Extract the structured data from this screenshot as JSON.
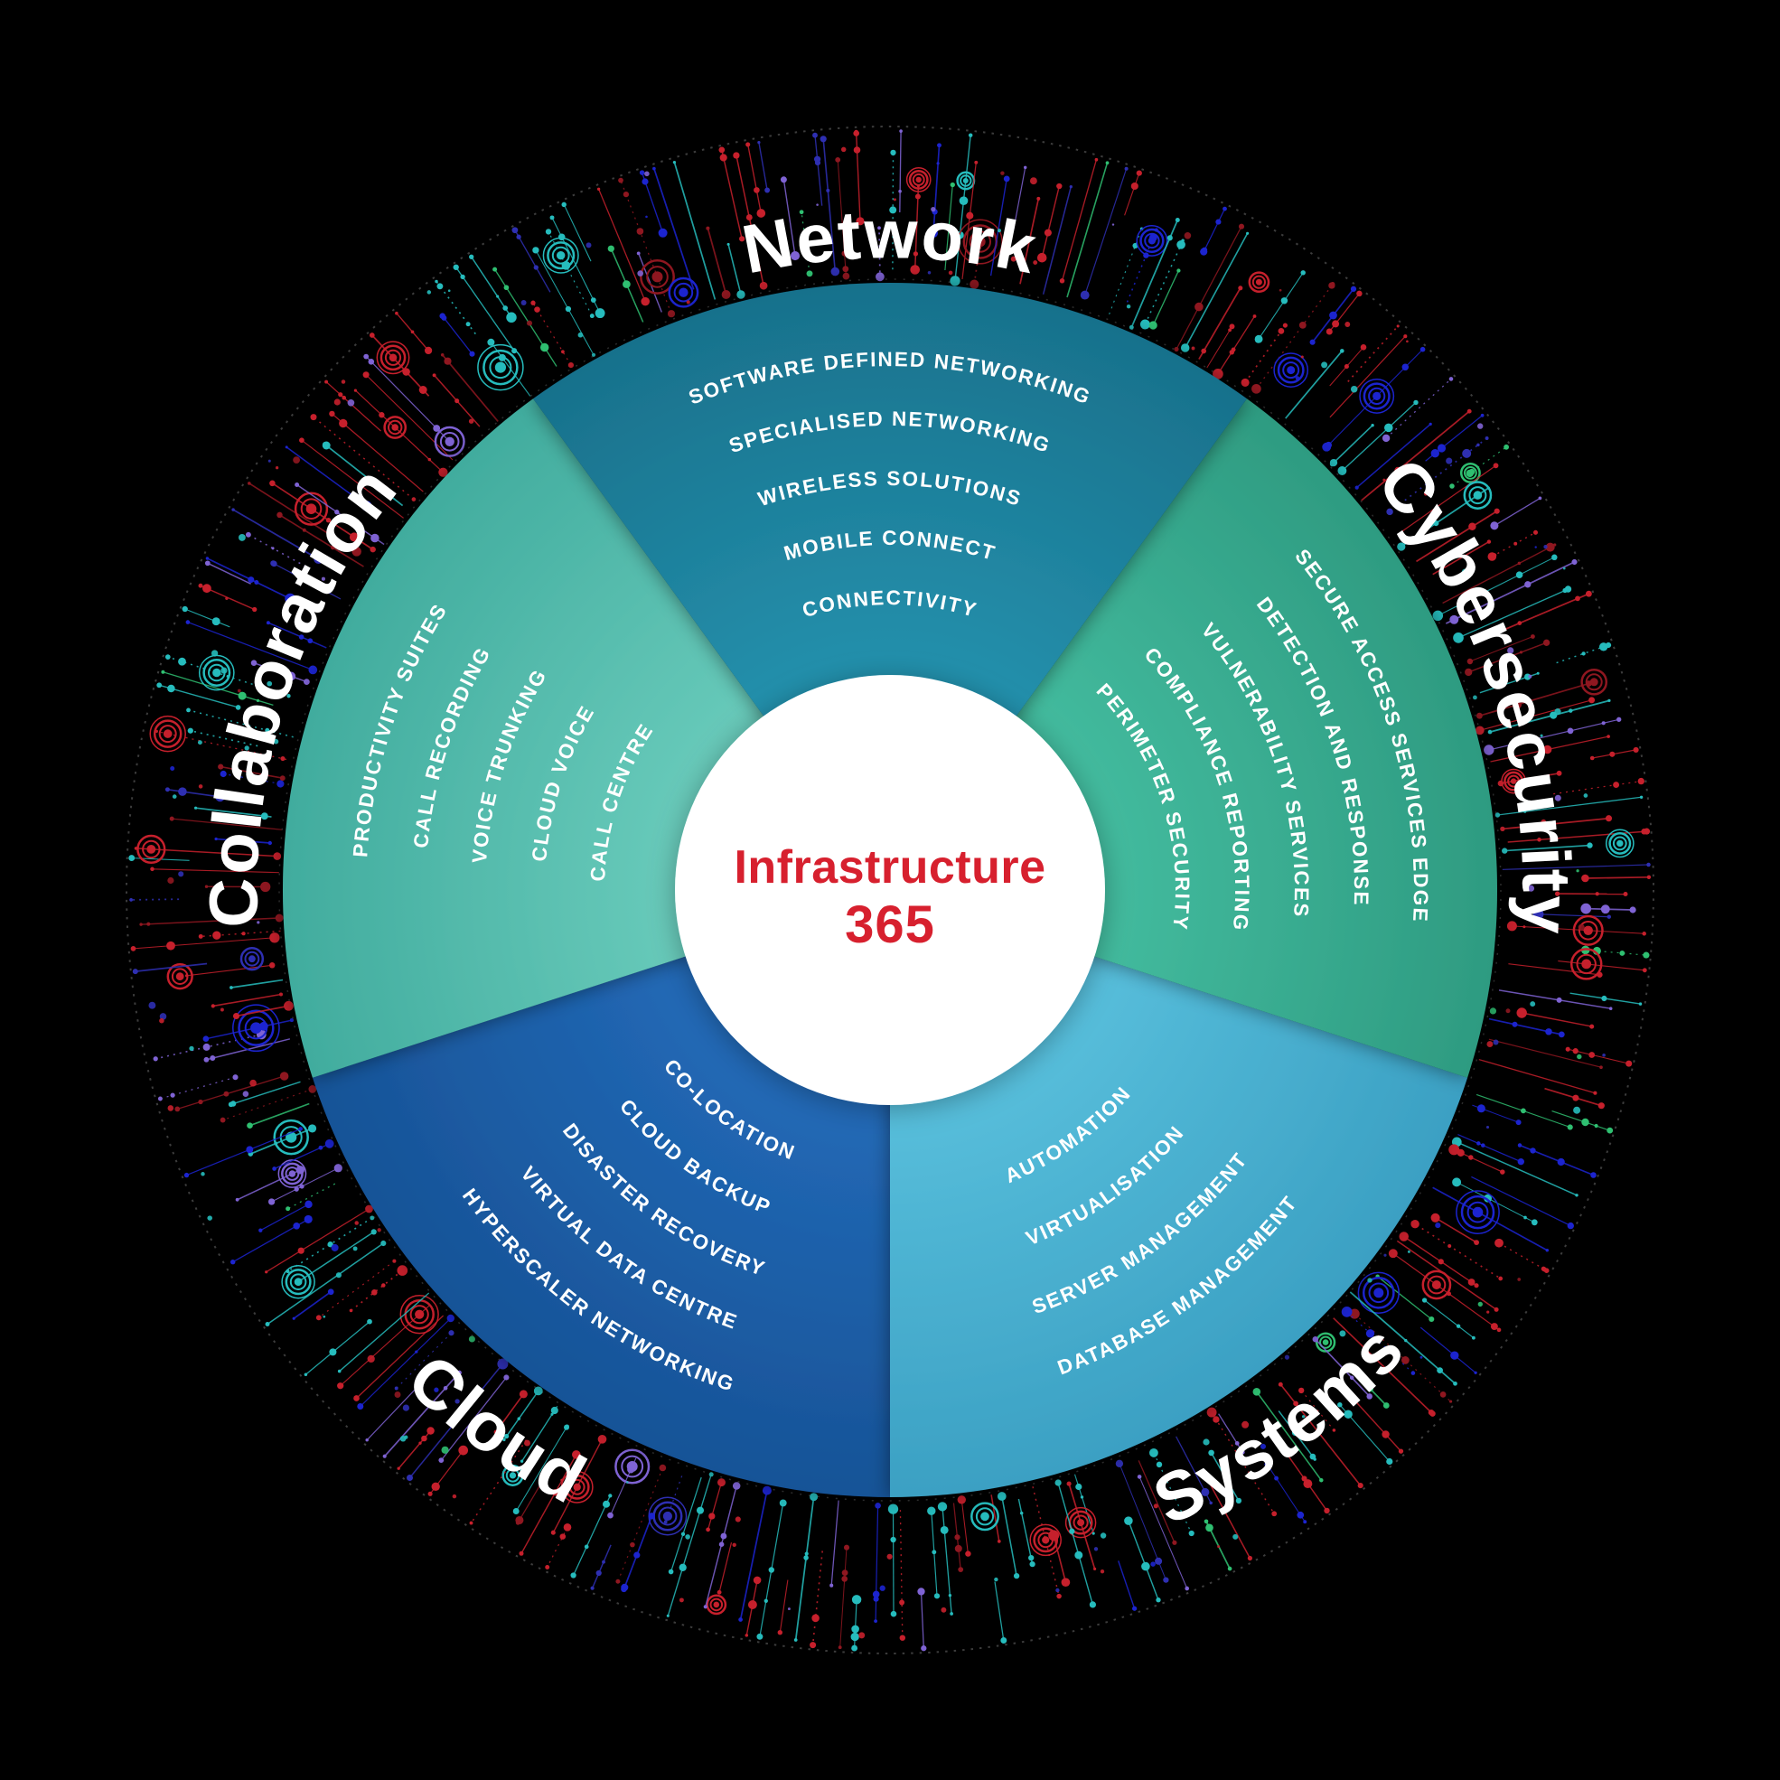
{
  "diagram": {
    "background_color": "#000000",
    "center": {
      "line1": "Infrastructure",
      "line2": "365",
      "text_color": "#d7202e",
      "circle_color": "#ffffff"
    },
    "segments": [
      {
        "label": "Network",
        "mid_angle": 0,
        "flipped": false,
        "color_inner": "#2490ac",
        "color_outer": "#18718c",
        "items": [
          "SOFTWARE DEFINED NETWORKING",
          "SPECIALISED NETWORKING",
          "WIRELESS SOLUTIONS",
          "MOBILE CONNECT",
          "CONNECTIVITY"
        ]
      },
      {
        "label": "Cybersecurity",
        "mid_angle": 72,
        "flipped": false,
        "color_inner": "#43bb9e",
        "color_outer": "#2e9b81",
        "items": [
          "SECURE ACCESS SERVICES EDGE",
          "DETECTION AND RESPONSE",
          "VULNERABILITY SERVICES",
          "COMPLIANCE REPORTING",
          "PERIMETER SECURITY"
        ]
      },
      {
        "label": "Systems",
        "mid_angle": 144,
        "flipped": true,
        "color_inner": "#57bedb",
        "color_outer": "#3ba0c3",
        "items": [
          "AUTOMATION",
          "VIRTUALISATION",
          "SERVER MANAGEMENT",
          "DATABASE MANAGEMENT"
        ]
      },
      {
        "label": "Cloud",
        "mid_angle": 216,
        "flipped": true,
        "color_inner": "#2269b6",
        "color_outer": "#175397",
        "items": [
          "CO-LOCATION",
          "CLOUD BACKUP",
          "DISASTER RECOVERY",
          "VIRTUAL DATA CENTRE",
          "HYPERSCALER NETWORKING"
        ]
      },
      {
        "label": "Collaboration",
        "mid_angle": 288,
        "flipped": false,
        "color_inner": "#68caba",
        "color_outer": "#41ac9e",
        "items": [
          "PRODUCTIVITY SUITES",
          "CALL RECORDING",
          "VOICE TRUNKING",
          "CLOUD VOICE",
          "CALL CENTRE"
        ]
      }
    ],
    "ring": {
      "palette": [
        "#c6202c",
        "#8f1720",
        "#26bcbd",
        "#1c24cf",
        "#2e2fb2",
        "#7f63d4",
        "#2fbf71"
      ],
      "label_color": "#ffffff",
      "item_color": "#ffffff"
    }
  }
}
